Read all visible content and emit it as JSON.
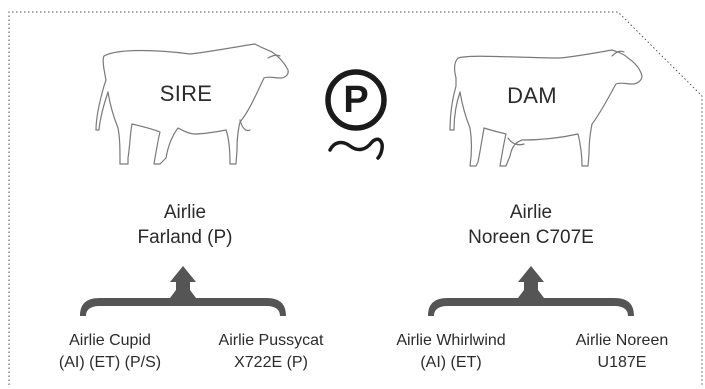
{
  "sire": {
    "label": "SIRE",
    "name_line1": "Airlie",
    "name_line2": "Farland (P)",
    "parents": [
      {
        "line1": "Airlie Cupid",
        "line2": "(AI) (ET) (P/S)"
      },
      {
        "line1": "Airlie Pussycat",
        "line2": "X722E (P)"
      }
    ]
  },
  "dam": {
    "label": "DAM",
    "name_line1": "Airlie",
    "name_line2": "Noreen C707E",
    "parents": [
      {
        "line1": "Airlie Whirlwind",
        "line2": "(AI) (ET)"
      },
      {
        "line1": "Airlie Noreen",
        "line2": "U187E"
      }
    ]
  },
  "center_badge": {
    "letter": "P",
    "icon": "polled-badge-icon"
  },
  "colors": {
    "text": "#2b2b2b",
    "arrow": "#555555",
    "border": "#555555",
    "outline": "#777777"
  }
}
